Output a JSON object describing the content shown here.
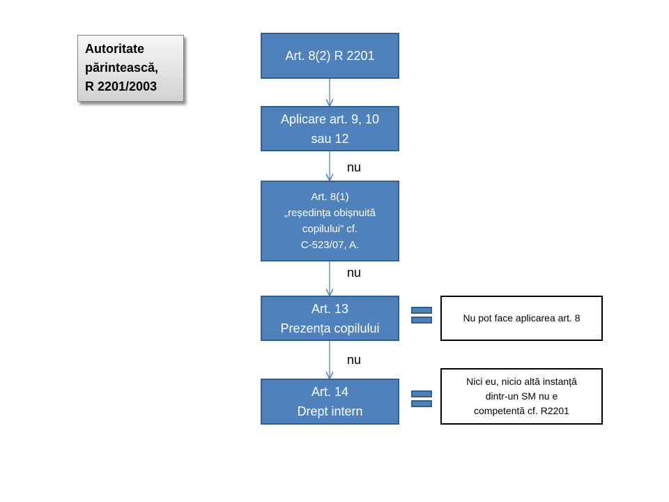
{
  "title": "Autoritate\npărintească,\nR 2201/2003",
  "nodes": [
    {
      "text": "Art. 8(2) R 2201"
    },
    {
      "text": "Aplicare art. 9, 10\nsau 12"
    },
    {
      "text": "Art. 8(1)\n„reședința obișnuită\ncopilului” cf.\nC-523/07, A."
    },
    {
      "text": "Art. 13\nPrezența copilului"
    },
    {
      "text": "Art. 14\nDrept intern"
    }
  ],
  "edge_labels": [
    "nu",
    "nu",
    "nu"
  ],
  "notes": [
    {
      "text": "Nu pot face aplicarea art. 8"
    },
    {
      "text": "Nici eu, nicio altă instanță\ndintr-un SM nu e\ncompetentă cf. R2201"
    }
  ],
  "colors": {
    "node_fill": "#4f81bd",
    "node_border": "#385d8a",
    "connector": "#4f81bd"
  }
}
